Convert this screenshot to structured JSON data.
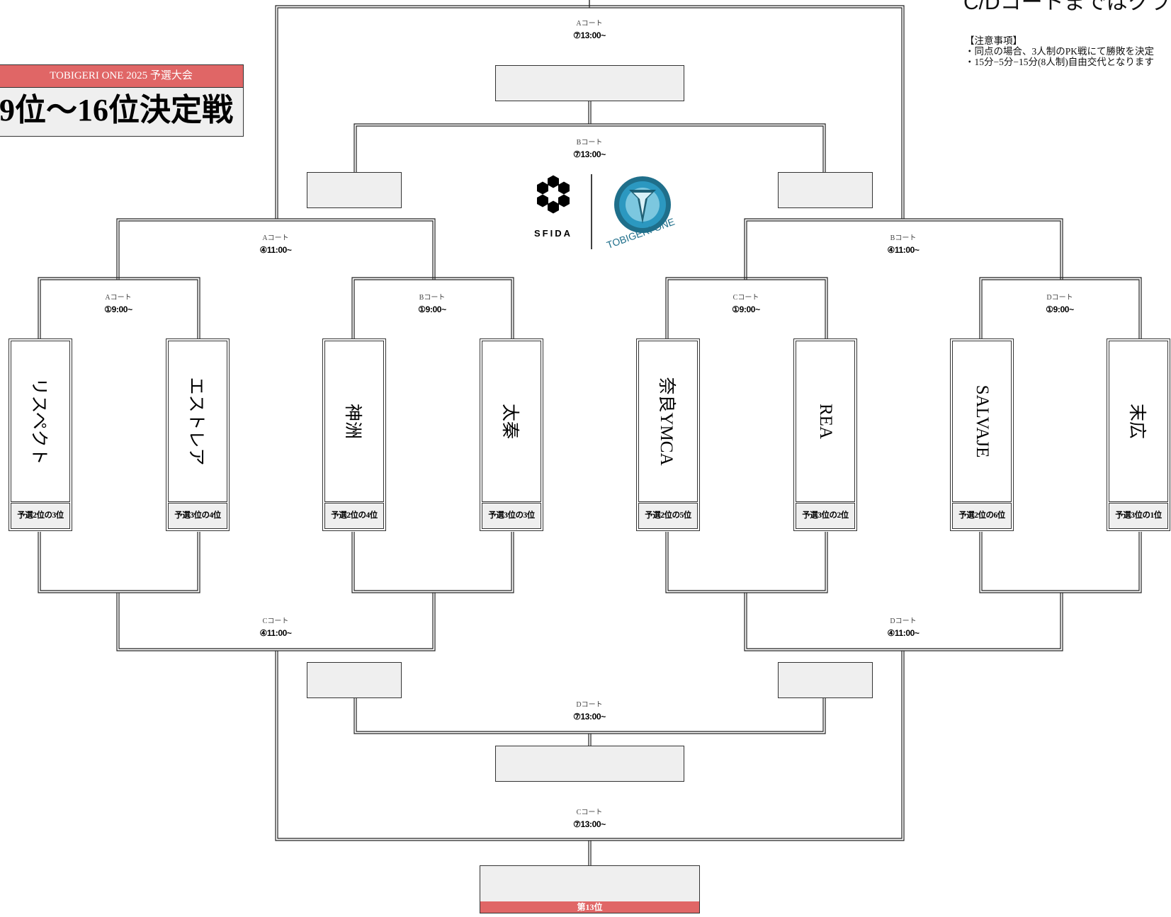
{
  "header": {
    "event": "TOBIGERI ONE 2025 予選大会",
    "title": "9位～16位決定戦",
    "top_right_fragment": "C/Dコートまではクラブ"
  },
  "notes": {
    "heading": "【注意事項】",
    "lines": [
      "・同点の場合、3人制のPK戦にて勝敗を決定",
      "・15分−5分−15分(8人制)自由交代となります"
    ]
  },
  "teams": [
    {
      "name": "リスペクト",
      "seed": "予選2位の3位"
    },
    {
      "name": "エストレア",
      "seed": "予選3位の4位"
    },
    {
      "name": "神洲",
      "seed": "予選2位の4位"
    },
    {
      "name": "太秦",
      "seed": "予選3位の3位"
    },
    {
      "name": "奈良YMCA",
      "seed": "予選2位の5位"
    },
    {
      "name": "REA",
      "seed": "予選3位の2位"
    },
    {
      "name": "SALVAJE",
      "seed": "予選2位の6位"
    },
    {
      "name": "末広",
      "seed": "予選3位の1位"
    }
  ],
  "matches": [
    {
      "court": "Aコート",
      "time": "①9:00~"
    },
    {
      "court": "Bコート",
      "time": "①9:00~"
    },
    {
      "court": "Cコート",
      "time": "①9:00~"
    },
    {
      "court": "Dコート",
      "time": "①9:00~"
    },
    {
      "court": "Aコート",
      "time": "④11:00~"
    },
    {
      "court": "Bコート",
      "time": "④11:00~"
    },
    {
      "court": "Cコート",
      "time": "④11:00~"
    },
    {
      "court": "Dコート",
      "time": "④11:00~"
    },
    {
      "court": "Aコート",
      "time": "⑦13:00~"
    },
    {
      "court": "Bコート",
      "time": "⑦13:00~"
    },
    {
      "court": "Dコート",
      "time": "⑦13:00~"
    },
    {
      "court": "Cコート",
      "time": "⑦13:00~"
    }
  ],
  "logo": {
    "left_text": "SFIDA",
    "right_text": "TOBIGERI ONE"
  },
  "final": {
    "label": "第13位"
  },
  "colors": {
    "accent": "#e06666",
    "slot_fill": "#efefef",
    "line": "#222222"
  }
}
